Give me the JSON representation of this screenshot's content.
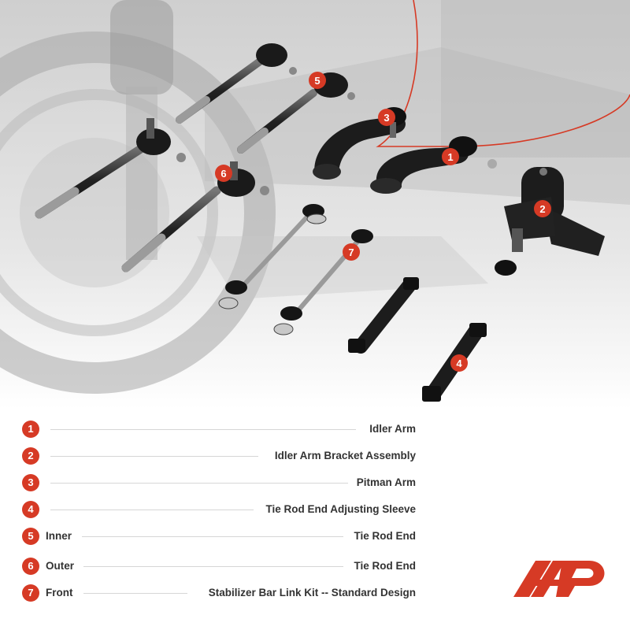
{
  "parts": [
    {
      "number": "1",
      "prefix": "",
      "label": "Idler Arm"
    },
    {
      "number": "2",
      "prefix": "",
      "label": "Idler Arm Bracket Assembly"
    },
    {
      "number": "3",
      "prefix": "",
      "label": "Pitman Arm"
    },
    {
      "number": "4",
      "prefix": "",
      "label": "Tie Rod End Adjusting Sleeve"
    },
    {
      "number": "5",
      "prefix": "Inner",
      "label": "Tie Rod End"
    },
    {
      "number": "6",
      "prefix": "Outer",
      "label": "Tie Rod End"
    },
    {
      "number": "7",
      "prefix": "Front",
      "label": "Stabilizer Bar Link Kit -- Standard Design"
    }
  ],
  "colors": {
    "accent": "#d63a25",
    "text": "#333333",
    "divider": "#d6d6d6"
  },
  "logo": {
    "name": "brand-logo-icon"
  }
}
